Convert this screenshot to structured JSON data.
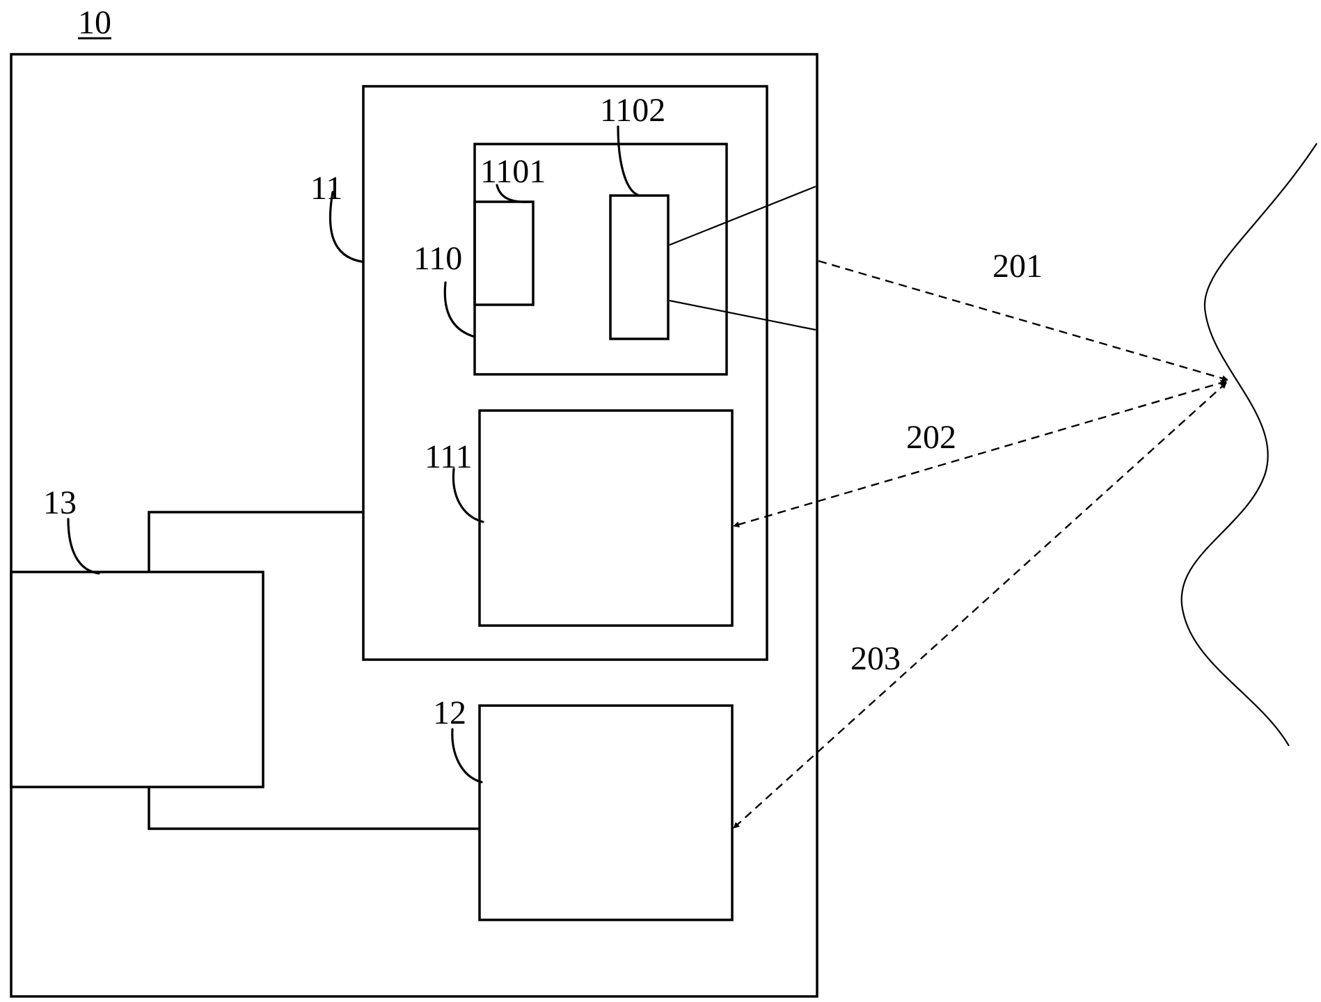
{
  "labels": {
    "device": "10",
    "module_11": "11",
    "unit_110": "110",
    "part_1101": "1101",
    "part_1102": "1102",
    "unit_111": "111",
    "module_12": "12",
    "module_13": "13",
    "beam_201": "201",
    "beam_202": "202",
    "beam_203": "203"
  }
}
